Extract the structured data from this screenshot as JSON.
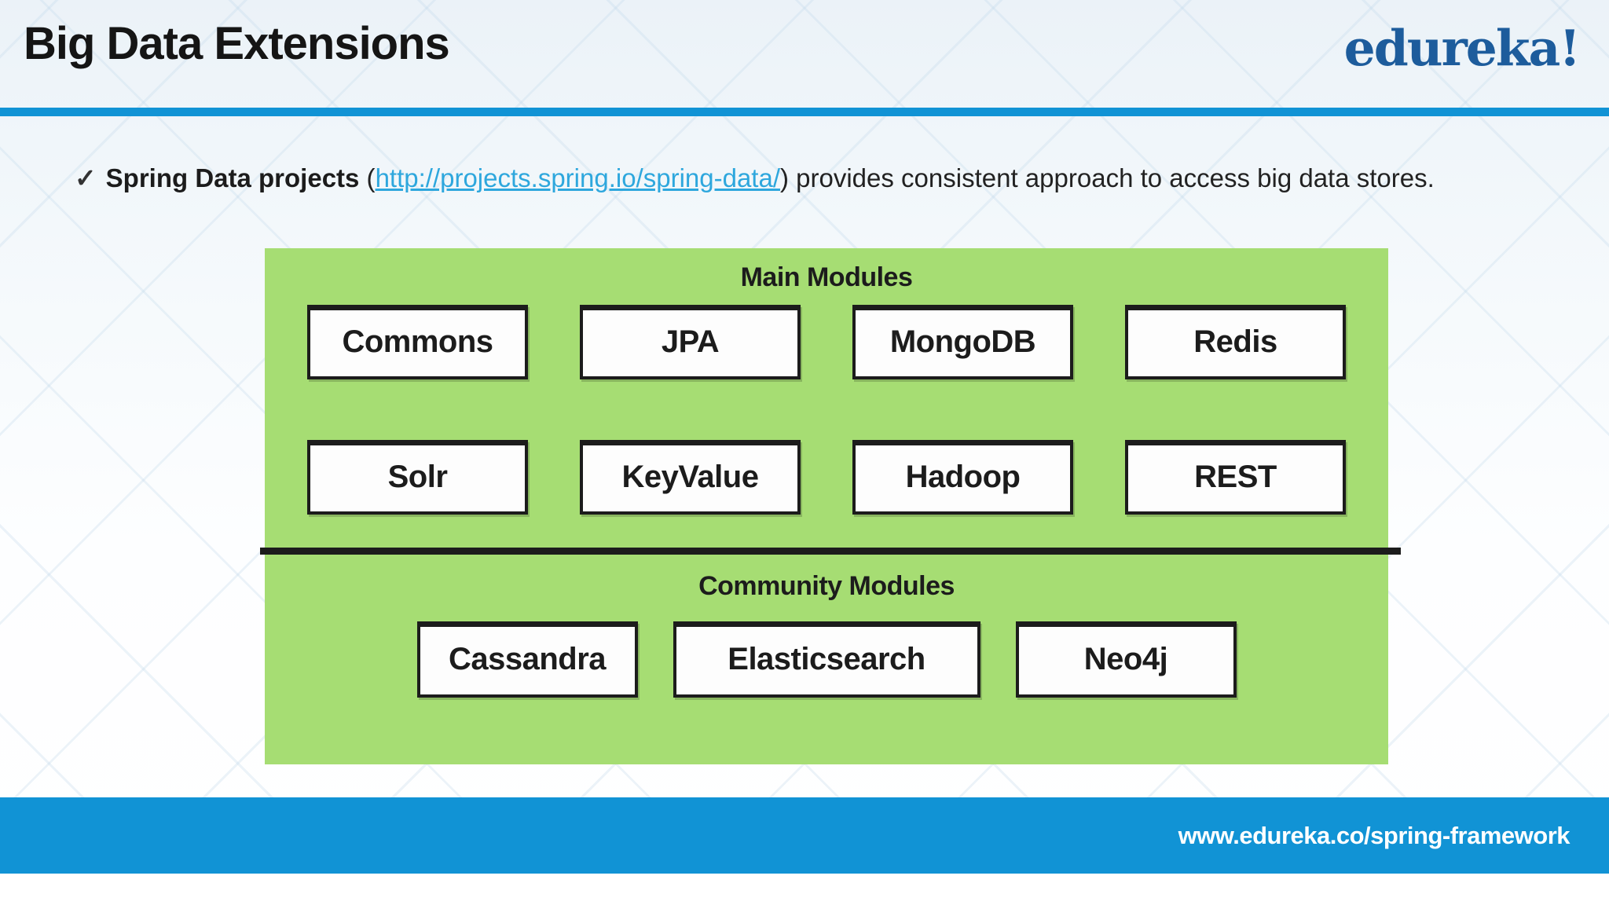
{
  "header": {
    "title": "Big Data Extensions",
    "logo": "edureka!"
  },
  "bullet": {
    "check": "✓",
    "lead": "Spring Data projects",
    "pre_link": " (",
    "link": "http://projects.spring.io/spring-data/",
    "post_link": ") provides consistent approach to access big data stores."
  },
  "modules": {
    "main_title": "Main Modules",
    "main_row1": [
      "Commons",
      "JPA",
      "MongoDB",
      "Redis"
    ],
    "main_row2": [
      "Solr",
      "KeyValue",
      "Hadoop",
      "REST"
    ],
    "community_title": "Community Modules",
    "community_row": [
      "Cassandra",
      "Elasticsearch",
      "Neo4j"
    ]
  },
  "footer": {
    "url": "www.edureka.co/spring-framework"
  },
  "colors": {
    "accent_blue": "#1193d5",
    "link_blue": "#2ea7dd",
    "logo_blue": "#1d5c9c",
    "panel_green": "#a6dd73",
    "box_border": "#1c1c1c",
    "footer_text": "#ffffff"
  }
}
